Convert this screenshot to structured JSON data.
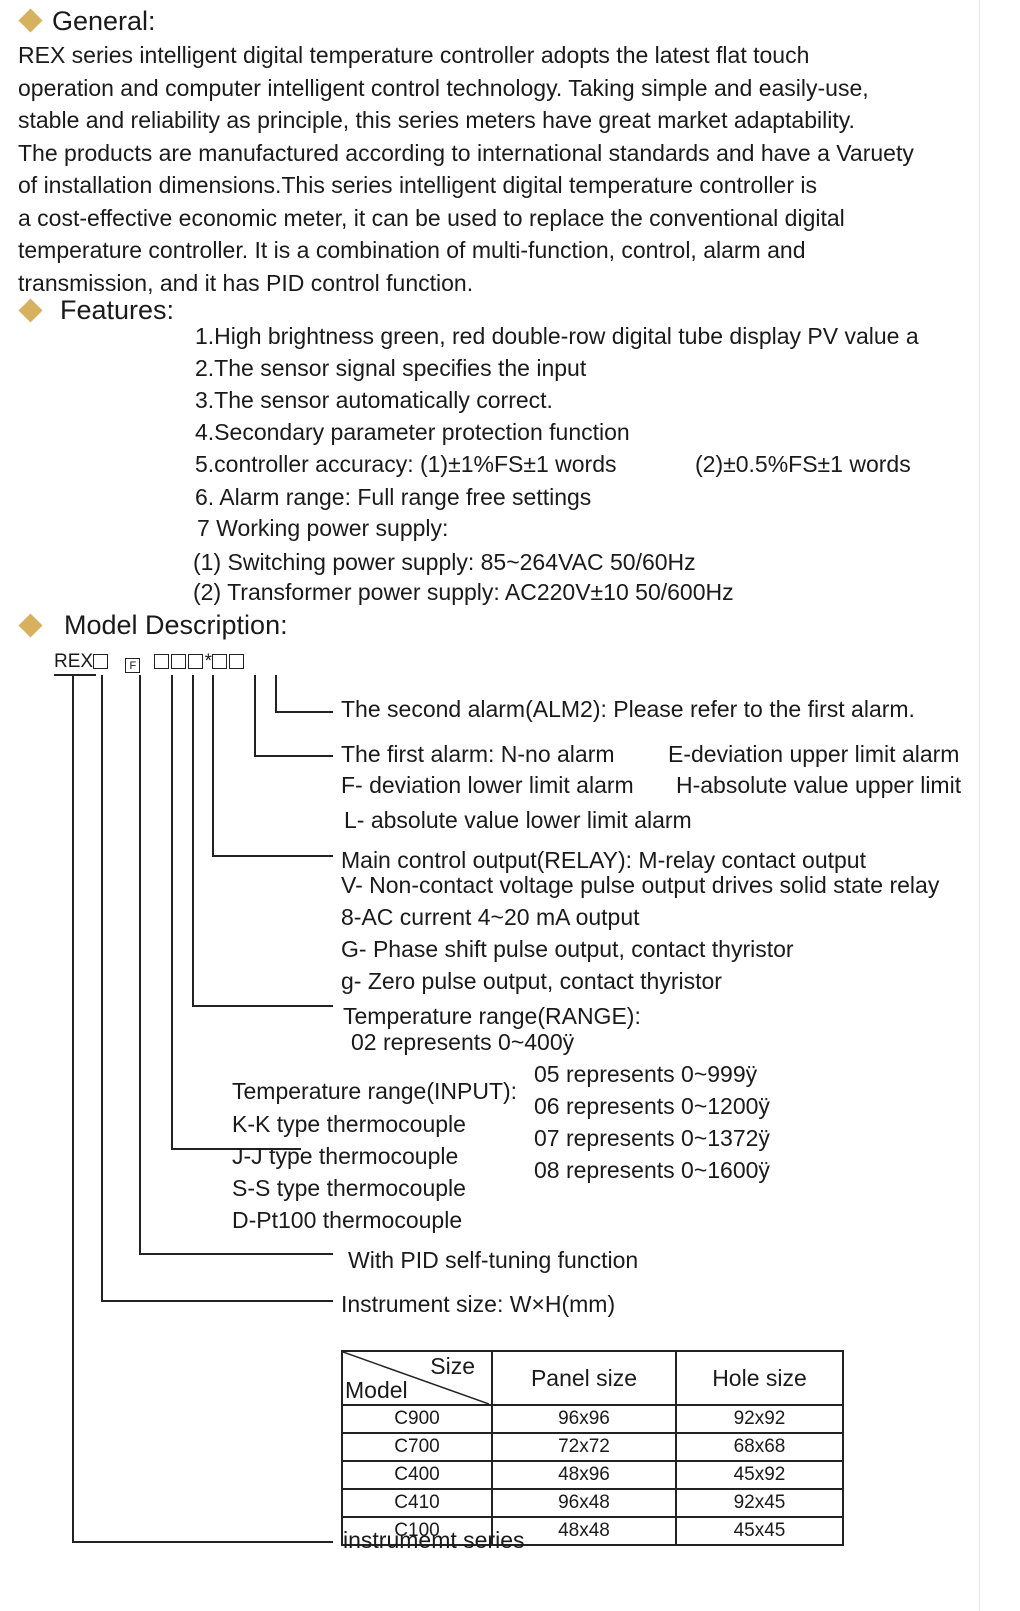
{
  "general": {
    "heading": "General:",
    "lines": [
      "REX series intelligent digital temperature controller adopts the latest flat touch",
      "operation and computer intelligent control technology. Taking simple and easily-use,",
      "stable and reliability as principle, this series meters have great market adaptability.",
      "The products are manufactured according to international standards and have a Varuety",
      "of installation dimensions.This series intelligent digital temperature controller is",
      "a cost-effective economic meter, it can be used to replace the conventional digital",
      "temperature controller. It is a combination of multi-function, control, alarm and",
      "transmission, and it has PID control function."
    ]
  },
  "features": {
    "heading": "Features:",
    "items": [
      "1.High brightness green, red double-row digital tube display PV value a",
      "2.The sensor signal specifies the input",
      "3.The sensor automatically correct.",
      "4.Secondary parameter protection function",
      "5.controller accuracy: (1)±1%FS±1 words",
      "6. Alarm range: Full range free settings",
      "7 Working power supply:",
      "(1) Switching power supply: 85~264VAC 50/60Hz",
      "(2) Transformer power supply: AC220V±10 50/600Hz"
    ],
    "accuracy_2": "(2)±0.5%FS±1 words"
  },
  "model": {
    "heading": "Model Description:",
    "code_prefix": "REX",
    "code_f": "F",
    "code_star": "*",
    "alarm2": "The second alarm(ALM2): Please refer to the first alarm.",
    "alarm1": [
      "The first alarm: N-no alarm",
      "E-deviation upper limit alarm",
      "F- deviation lower limit alarm",
      "H-absolute value upper limit",
      "L- absolute value lower limit alarm"
    ],
    "output": [
      "Main control output(RELAY): M-relay contact output",
      "V- Non-contact voltage pulse output drives solid state relay",
      "8-AC current 4~20 mA output",
      "G- Phase shift pulse output, contact thyristor",
      "g- Zero pulse output, contact thyristor"
    ],
    "range": [
      "Temperature range(RANGE):",
      "02 represents 0~400ÿ",
      "05 represents 0~999ÿ",
      "06 represents 0~1200ÿ",
      "07 represents 0~1372ÿ",
      "08 represents 0~1600ÿ"
    ],
    "input": [
      "Temperature range(INPUT):",
      "K-K type thermocouple",
      "J-J type thermocouple",
      "S-S type thermocouple",
      "D-Pt100 thermocouple"
    ],
    "pid": "With PID self-tuning function",
    "size_title": "Instrument size: W×H(mm)",
    "series": "instrumemt series"
  },
  "size_table": {
    "corner_size": "Size",
    "corner_model": "Model",
    "col_panel": "Panel size",
    "col_hole": "Hole size",
    "rows": [
      [
        "C900",
        "96x96",
        "92x92"
      ],
      [
        "C700",
        "72x72",
        "68x68"
      ],
      [
        "C400",
        "48x96",
        "45x92"
      ],
      [
        "C410",
        "96x48",
        "92x45"
      ],
      [
        "C100",
        "48x48",
        "45x45"
      ]
    ]
  },
  "colors": {
    "bullet": "#d8b15e",
    "text": "#1a1a1a"
  }
}
